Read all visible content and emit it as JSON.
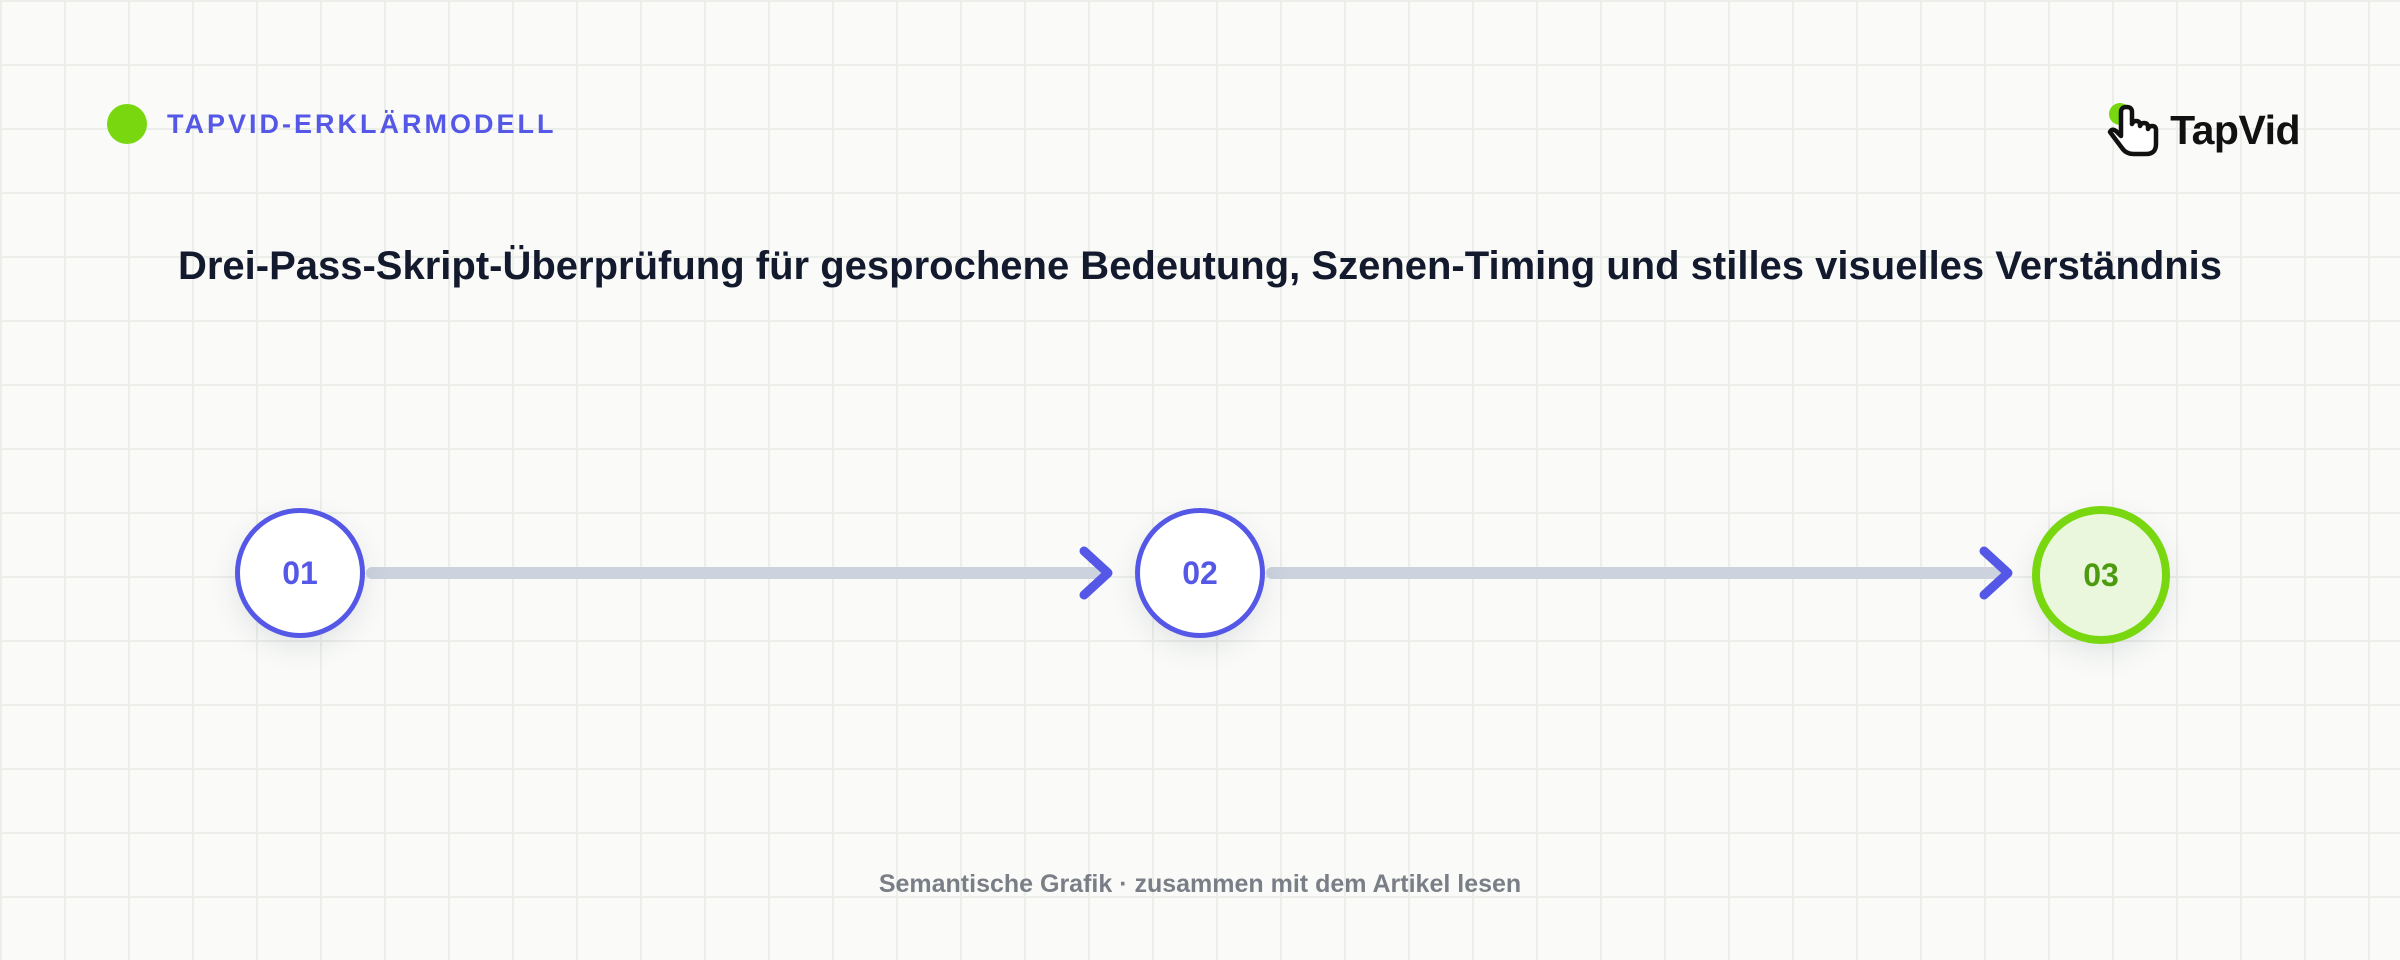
{
  "header": {
    "tag_label": "TAPVID-ERKLÄRMODELL",
    "logo_text": "TapVid"
  },
  "title": "Drei-Pass-Skript-Überprüfung für gesprochene Bedeutung, Szenen-Timing und stilles visuelles Verständnis",
  "steps": [
    {
      "label": "01"
    },
    {
      "label": "02"
    },
    {
      "label": "03"
    }
  ],
  "footer": "Semantische Grafik · zusammen mit dem Artikel lesen",
  "colors": {
    "accent": "#5558e6",
    "highlight": "#79d70f",
    "connector": "#ccd3df",
    "title": "#141a2e",
    "muted": "#7a7e86"
  }
}
